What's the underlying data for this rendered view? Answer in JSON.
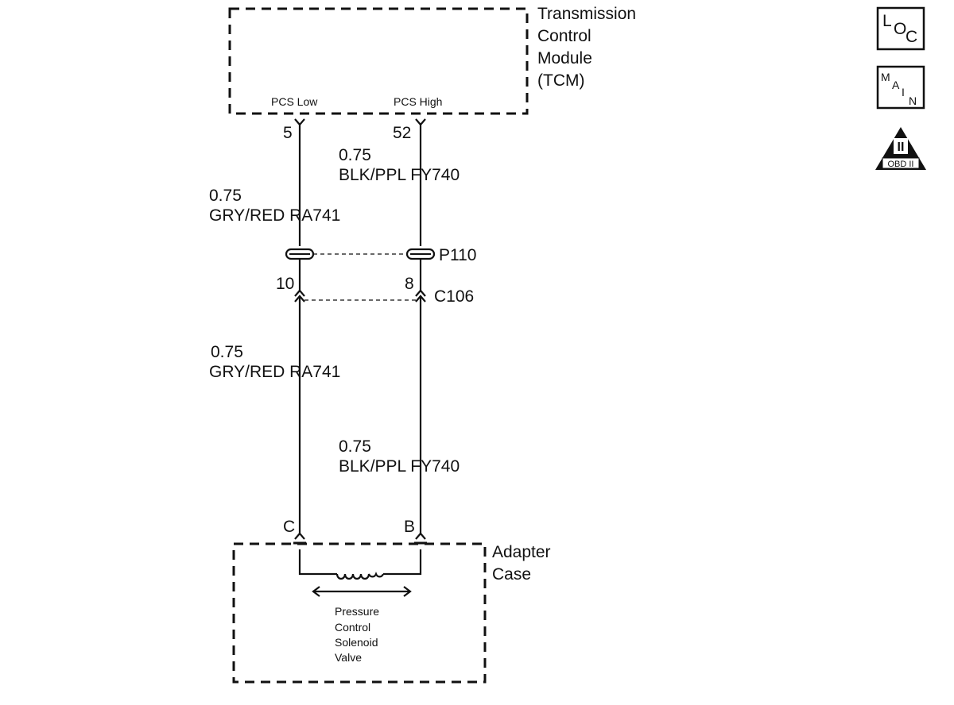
{
  "tcm": {
    "title_lines": [
      "Transmission",
      "Control",
      "Module",
      "(TCM)"
    ],
    "pin_low_label": "PCS Low",
    "pin_high_label": "PCS High",
    "pin_low_num": "5",
    "pin_high_num": "52"
  },
  "wires": {
    "low_upper": {
      "gauge": "0.75",
      "color_circuit": "GRY/RED RA741"
    },
    "high_upper": {
      "gauge": "0.75",
      "color_circuit": "BLK/PPL FY740"
    },
    "low_lower": {
      "gauge": "0.75",
      "color_circuit": "GRY/RED RA741"
    },
    "high_lower": {
      "gauge": "0.75",
      "color_circuit": "BLK/PPL FY740"
    }
  },
  "connectors": {
    "p110": "P110",
    "c106": "C106",
    "c106_pin_low": "10",
    "c106_pin_high": "8"
  },
  "adapter": {
    "title_lines": [
      "Adapter",
      "Case"
    ],
    "pin_c": "C",
    "pin_b": "B",
    "solenoid_lines": [
      "Pressure",
      "Control",
      "Solenoid",
      "Valve"
    ]
  },
  "icons": {
    "loc": {
      "name": "loc-icon",
      "letters": [
        "L",
        "O",
        "C"
      ]
    },
    "main": {
      "name": "main-icon",
      "letters": [
        "M",
        "A",
        "I",
        "N"
      ]
    },
    "obd": {
      "name": "obd-ii-icon",
      "numeral": "II",
      "label": "OBD II"
    }
  }
}
